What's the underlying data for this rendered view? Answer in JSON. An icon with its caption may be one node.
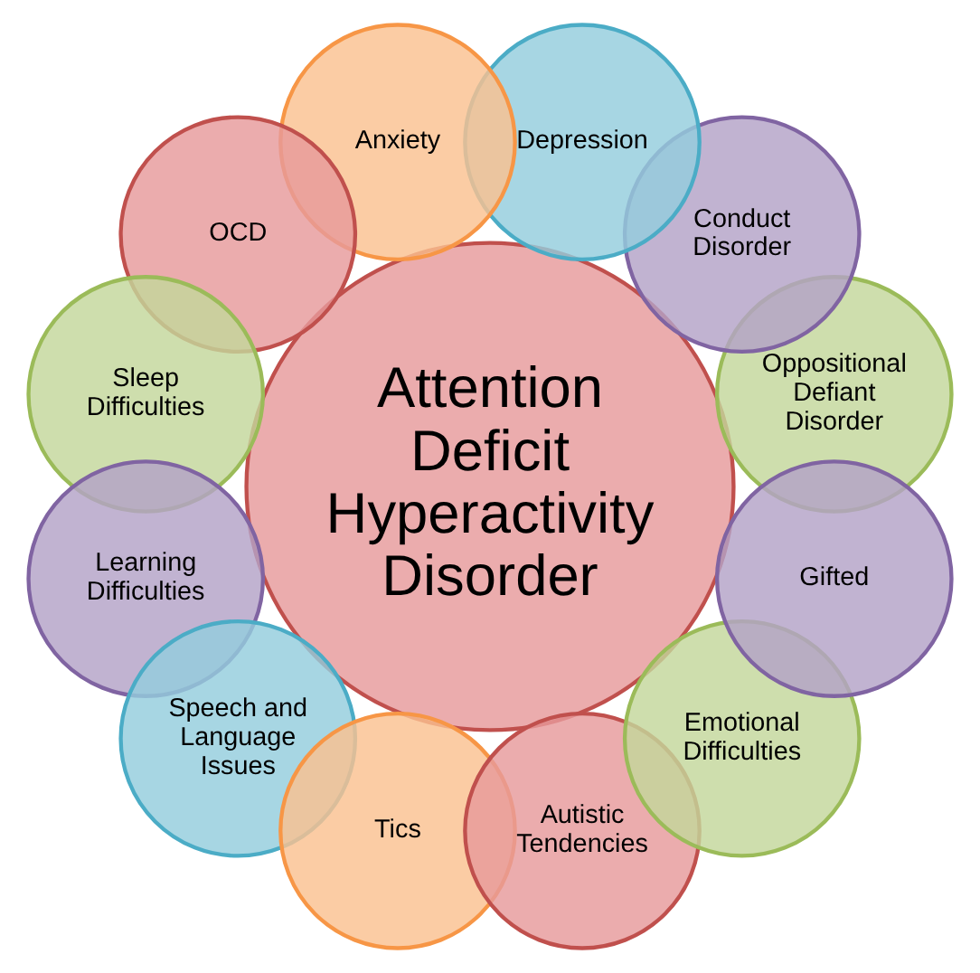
{
  "diagram": {
    "nodes": [
      {
        "text": [
          "Attention Deficit Hyperactivity Disorder"
        ]
      },
      {
        "text": [
          "Oppositional Defiant Disorder"
        ]
      },
      {
        "text": [
          "Conduct Disorder"
        ]
      },
      {
        "text": [
          "Depression"
        ]
      },
      {
        "text": [
          "Anxiety"
        ]
      },
      {
        "text": [
          "OCD"
        ]
      },
      {
        "text": [
          "Sleep Difficulties"
        ]
      },
      {
        "text": [
          "Learning Difficulties"
        ]
      },
      {
        "text": [
          "Speech and Language Issues"
        ]
      },
      {
        "text": [
          "Tics"
        ]
      },
      {
        "text": [
          "Autistic Tendencies"
        ]
      },
      {
        "text": [
          "Emotional Difficulties"
        ]
      },
      {
        "text": [
          "Gifted"
        ]
      }
    ],
    "edges": []
  }
}
